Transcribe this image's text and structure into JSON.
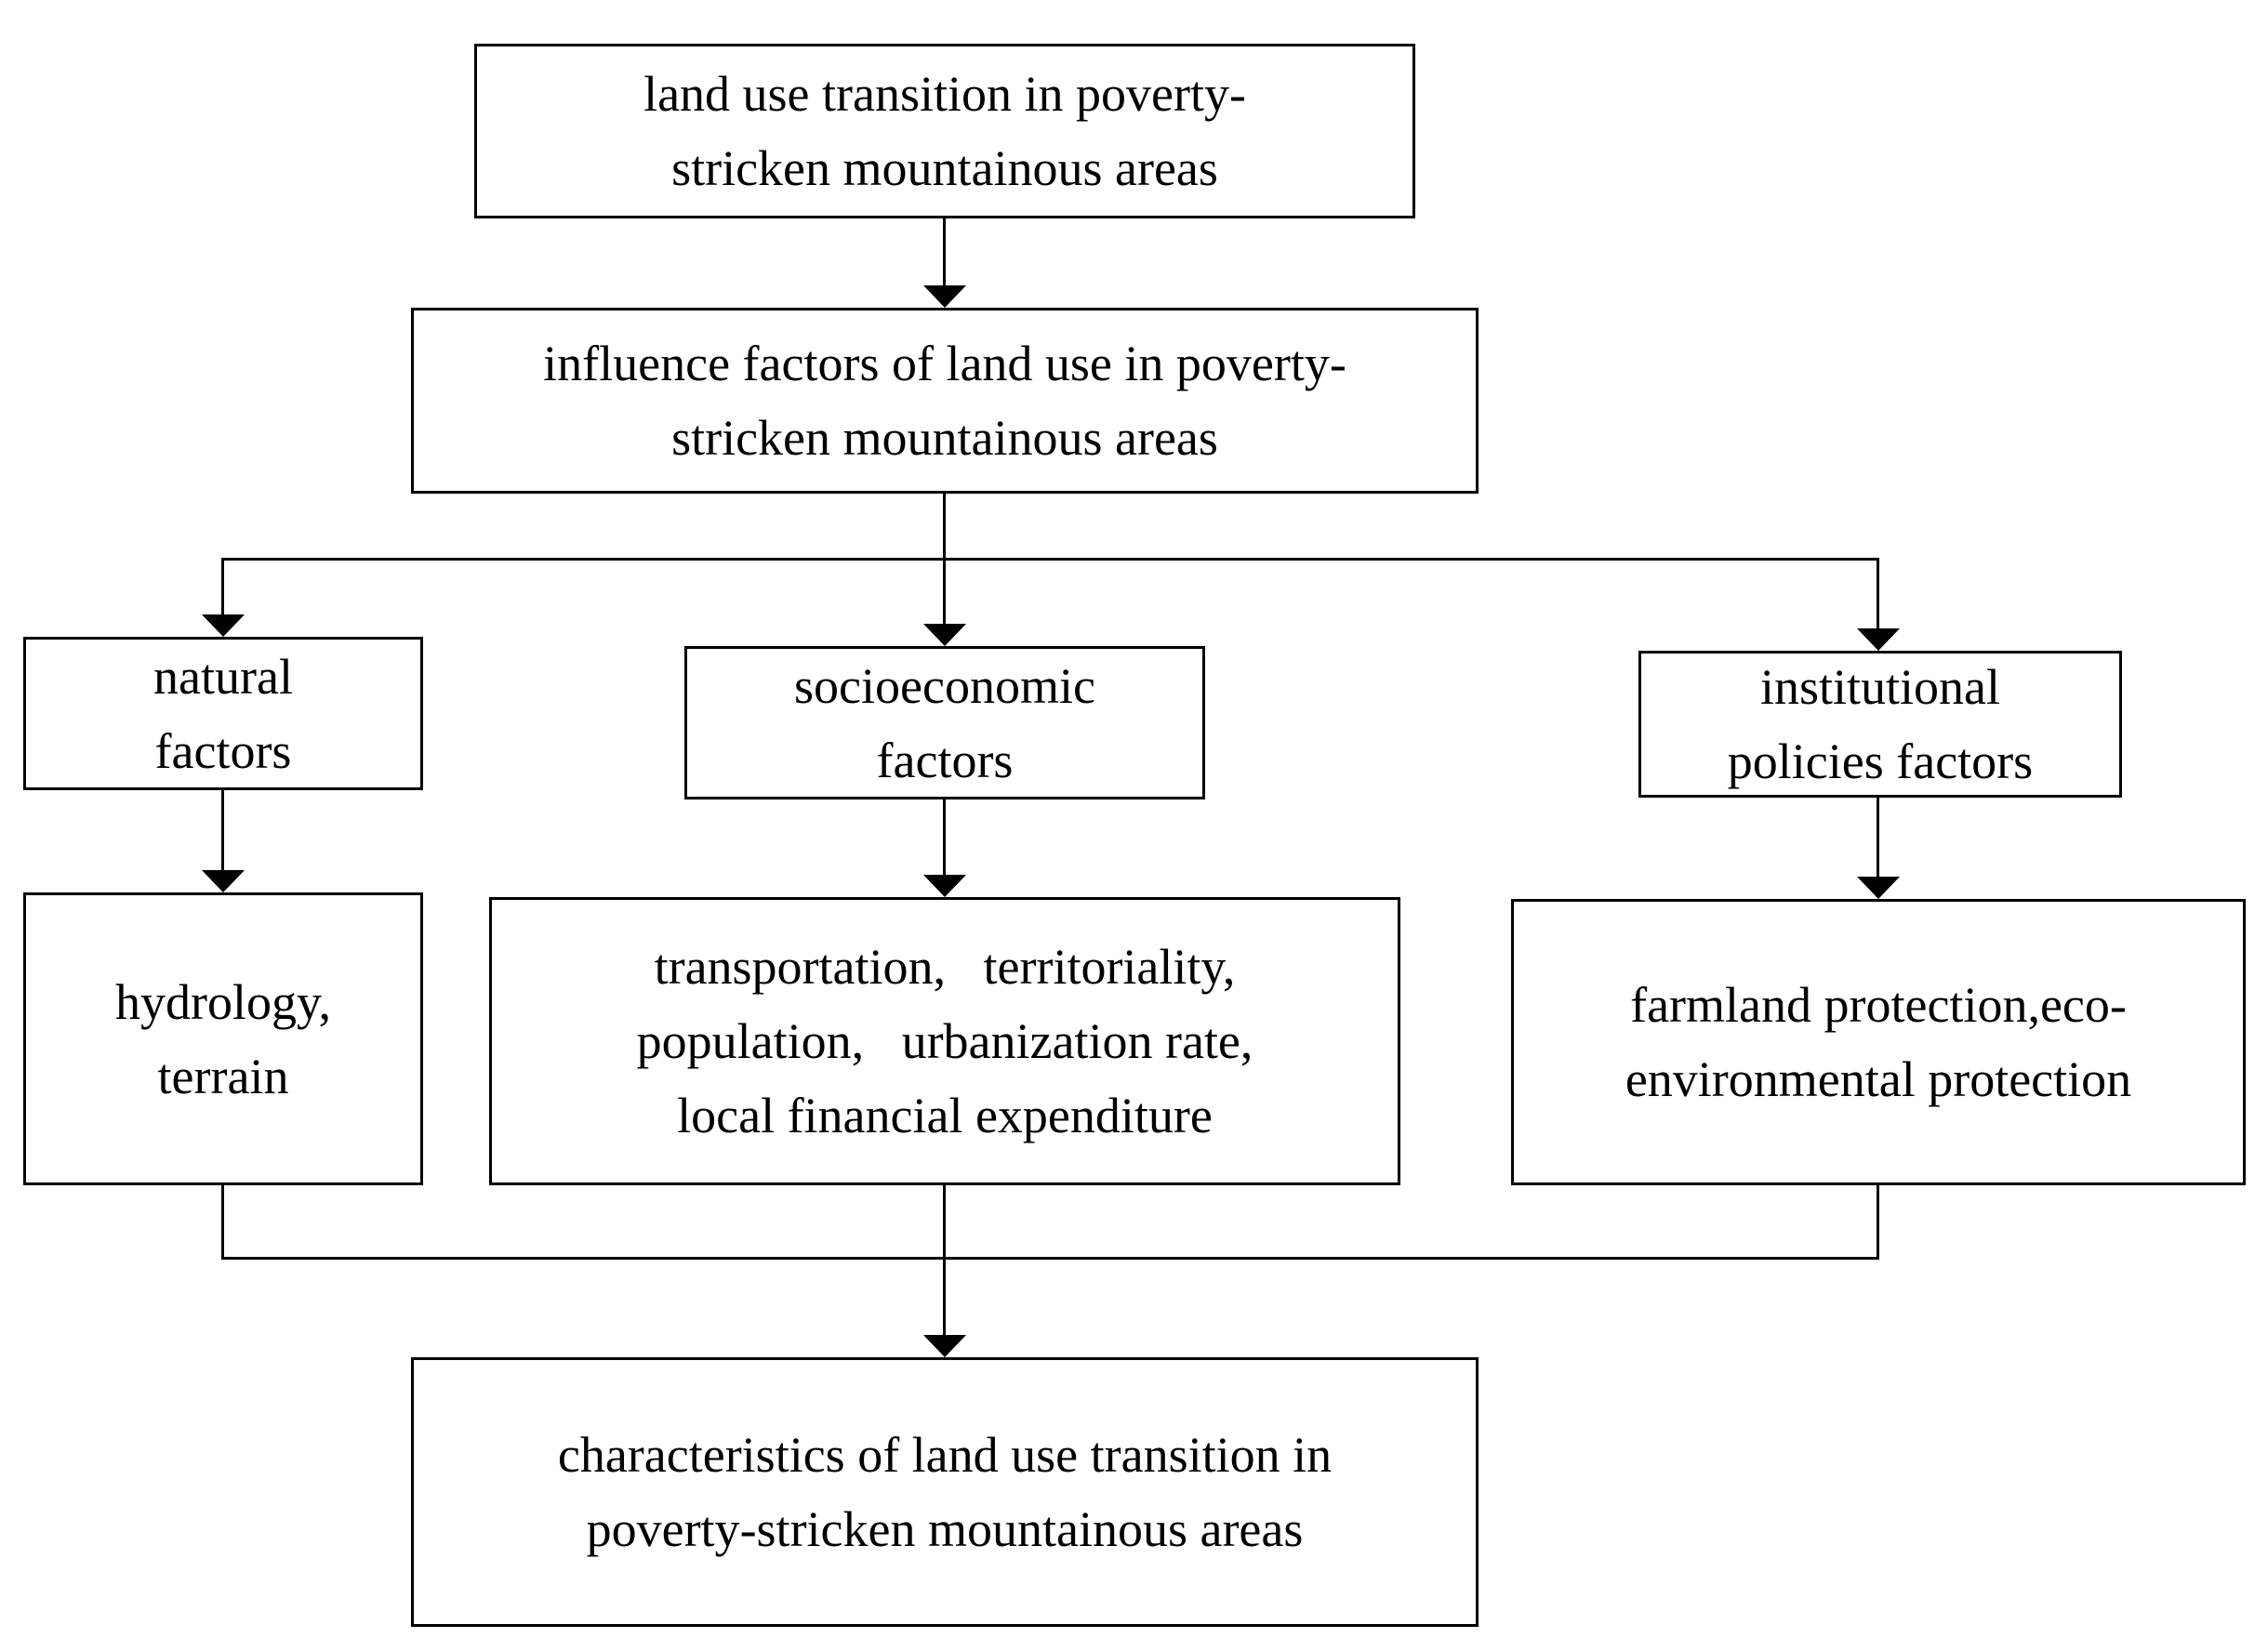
{
  "diagram": {
    "type": "flowchart",
    "colors": {
      "line": "#000000",
      "text": "#000000",
      "box_border": "#000000",
      "box_background": "#ffffff",
      "page_background": "#ffffff"
    },
    "nodes": {
      "top": "land use transition in poverty-\nstricken mountainous areas",
      "influence": "influence factors of land use in poverty-\nstricken mountainous areas",
      "natural": "natural\nfactors",
      "socioeconomic": "socioeconomic\nfactors",
      "institutional": "institutional\npolicies factors",
      "natural_detail": "hydrology,\nterrain",
      "socioeconomic_detail": "transportation,   territoriality,\npopulation,   urbanization rate,\nlocal financial expenditure",
      "institutional_detail": "farmland protection,eco-\nenvironmental protection",
      "outcome": "characteristics of land use transition in\npoverty-stricken mountainous areas"
    },
    "edges": [
      {
        "from": "top",
        "to": "influence"
      },
      {
        "from": "influence",
        "to": "natural"
      },
      {
        "from": "influence",
        "to": "socioeconomic"
      },
      {
        "from": "influence",
        "to": "institutional"
      },
      {
        "from": "natural",
        "to": "natural_detail"
      },
      {
        "from": "socioeconomic",
        "to": "socioeconomic_detail"
      },
      {
        "from": "institutional",
        "to": "institutional_detail"
      },
      {
        "from": "natural_detail",
        "to": "outcome"
      },
      {
        "from": "socioeconomic_detail",
        "to": "outcome"
      },
      {
        "from": "institutional_detail",
        "to": "outcome"
      }
    ]
  }
}
